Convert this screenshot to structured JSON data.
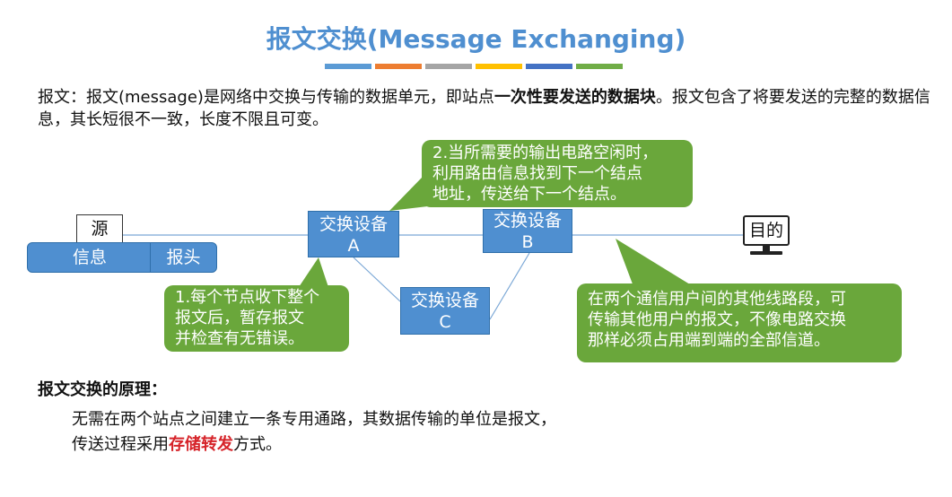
{
  "title": "报文交换(Message Exchanging)",
  "colors": {
    "title_blue": "#4f8fd0",
    "stripes": [
      "#5b9bd5",
      "#ed7d31",
      "#a5a5a5",
      "#ffc000",
      "#4472c4",
      "#70ad47"
    ],
    "node_blue": "#4f8fd0",
    "callout_green": "#6aa73b",
    "emphasis_red": "#d6242a"
  },
  "intro": {
    "part1": "报文：报文(message)是网络中交换与传输的数据单元，即站点",
    "bold": "一次性要发送的数据块",
    "part2": "。报文包含了将要发送的完整的数据信息，其长短很不一致，长度不限且可变。"
  },
  "diagram": {
    "source_label": "源",
    "message_info_label": "信息",
    "message_header_label": "报头",
    "node_a": [
      "交换设备",
      "A"
    ],
    "node_b": [
      "交换设备",
      "B"
    ],
    "node_c": [
      "交换设备",
      "C"
    ],
    "destination_label": "目的",
    "monitor_icon": "monitor-icon",
    "callout1": [
      "1.每个节点收下整个",
      "报文后，暂存报文",
      "并检查有无错误。"
    ],
    "callout2": [
      "2.当所需要的输出电路空闲时，",
      "利用路由信息找到下一个结点",
      "地址，传送给下一个结点。"
    ],
    "callout3": [
      "在两个通信用户间的其他线路段，可",
      "传输其他用户的报文，不像电路交换",
      "那样必须占用端到端的全部信道。"
    ]
  },
  "principle": {
    "heading": "报文交换的原理：",
    "text_before": "无需在两个站点之间建立一条专用通路，其数据传输的单位是报文，传送过程采用",
    "emphasis": "存储转发",
    "text_after": "方式。"
  }
}
